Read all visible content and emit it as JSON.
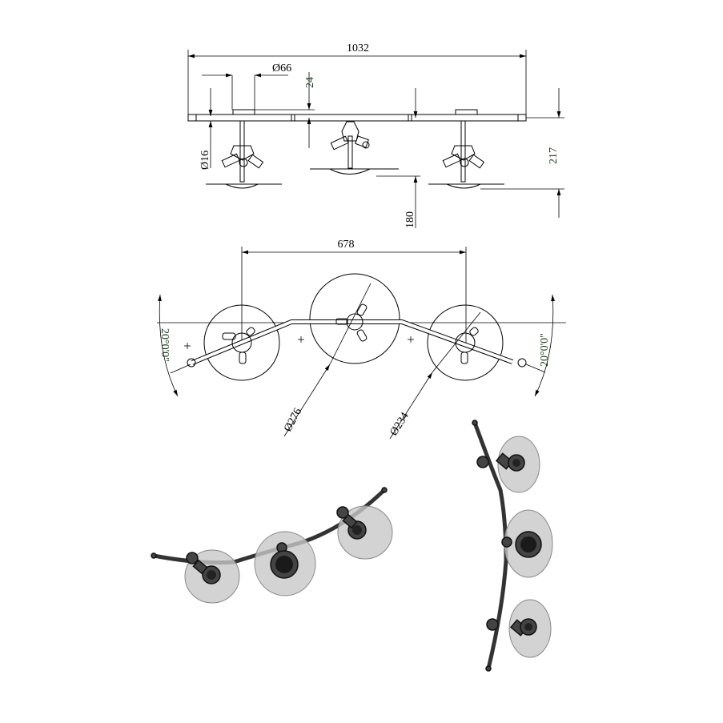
{
  "drawing": {
    "front_view": {
      "overall_width": "1032",
      "canopy_diameter": "Ø66",
      "canopy_height": "24",
      "tube_diameter": "Ø16",
      "side_height": "217",
      "center_height": "180"
    },
    "top_view": {
      "spot_spacing": "678",
      "left_angle": "20°0'0\"",
      "right_angle": "20°0'0\"",
      "center_disc_diameter": "Ø276",
      "side_disc_diameter": "Ø234"
    }
  }
}
